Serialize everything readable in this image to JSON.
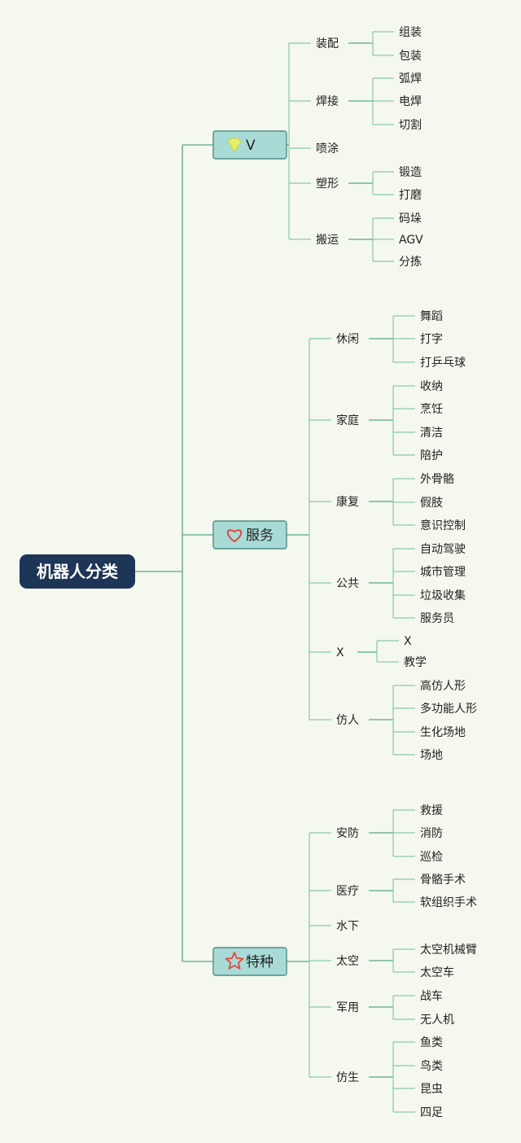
{
  "title": "机器人分类",
  "colors": {
    "background": "#f4f8ee",
    "root_fill": "#1d3557",
    "category_fill": "#a9dbd6",
    "category_border": "#4d8c86",
    "line": "#6fb596"
  },
  "categories": [
    {
      "label": "V",
      "icon": "diamond-icon",
      "children": [
        {
          "label": "装配",
          "children": [
            "组装",
            "包装"
          ]
        },
        {
          "label": "焊接",
          "children": [
            "弧焊",
            "电焊",
            "切割"
          ]
        },
        {
          "label": "喷涂",
          "children": []
        },
        {
          "label": "塑形",
          "children": [
            "锻造",
            "打磨"
          ]
        },
        {
          "label": "搬运",
          "children": [
            "码垛",
            "AGV",
            "分拣"
          ]
        }
      ]
    },
    {
      "label": "服务",
      "icon": "heart-icon",
      "children": [
        {
          "label": "休闲",
          "children": [
            "舞蹈",
            "打字",
            "打乒乓球"
          ]
        },
        {
          "label": "家庭",
          "children": [
            "收纳",
            "烹饪",
            "清洁",
            "陪护"
          ]
        },
        {
          "label": "康复",
          "children": [
            "外骨骼",
            "假肢",
            "意识控制"
          ]
        },
        {
          "label": "公共",
          "children": [
            "自动驾驶",
            "城市管理",
            "垃圾收集",
            "服务员"
          ]
        },
        {
          "label": "X",
          "children": [
            "X",
            "教学"
          ]
        },
        {
          "label": "仿人",
          "children": [
            "高仿人形",
            "多功能人形",
            "生化场地",
            "场地"
          ]
        }
      ]
    },
    {
      "label": "特种",
      "icon": "star-icon",
      "children": [
        {
          "label": "安防",
          "children": [
            "救援",
            "消防",
            "巡检"
          ]
        },
        {
          "label": "医疗",
          "children": [
            "骨骼手术",
            "软组织手术"
          ]
        },
        {
          "label": "水下",
          "children": []
        },
        {
          "label": "太空",
          "children": [
            "太空机械臂",
            "太空车"
          ]
        },
        {
          "label": "军用",
          "children": [
            "战车",
            "无人机"
          ]
        },
        {
          "label": "仿生",
          "children": [
            "鱼类",
            "鸟类",
            "昆虫",
            "四足"
          ]
        }
      ]
    }
  ]
}
